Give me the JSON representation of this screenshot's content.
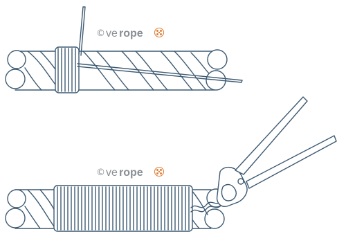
{
  "figure": {
    "top_panel": {
      "watermark": {
        "copyright_symbol": "©",
        "brand_light": "ve",
        "brand_bold": "rope",
        "logo_icon": "rope-cross-section-icon",
        "logo_color": "#e0813a"
      }
    },
    "bottom_panel": {
      "watermark": {
        "copyright_symbol": "©",
        "brand_light": "ve",
        "brand_bold": "rope",
        "logo_icon": "rope-cross-section-icon",
        "logo_color": "#e0813a"
      }
    }
  },
  "colors": {
    "line": "#3d5a72",
    "background": "#ffffff",
    "watermark_text": "#8a8f94"
  }
}
